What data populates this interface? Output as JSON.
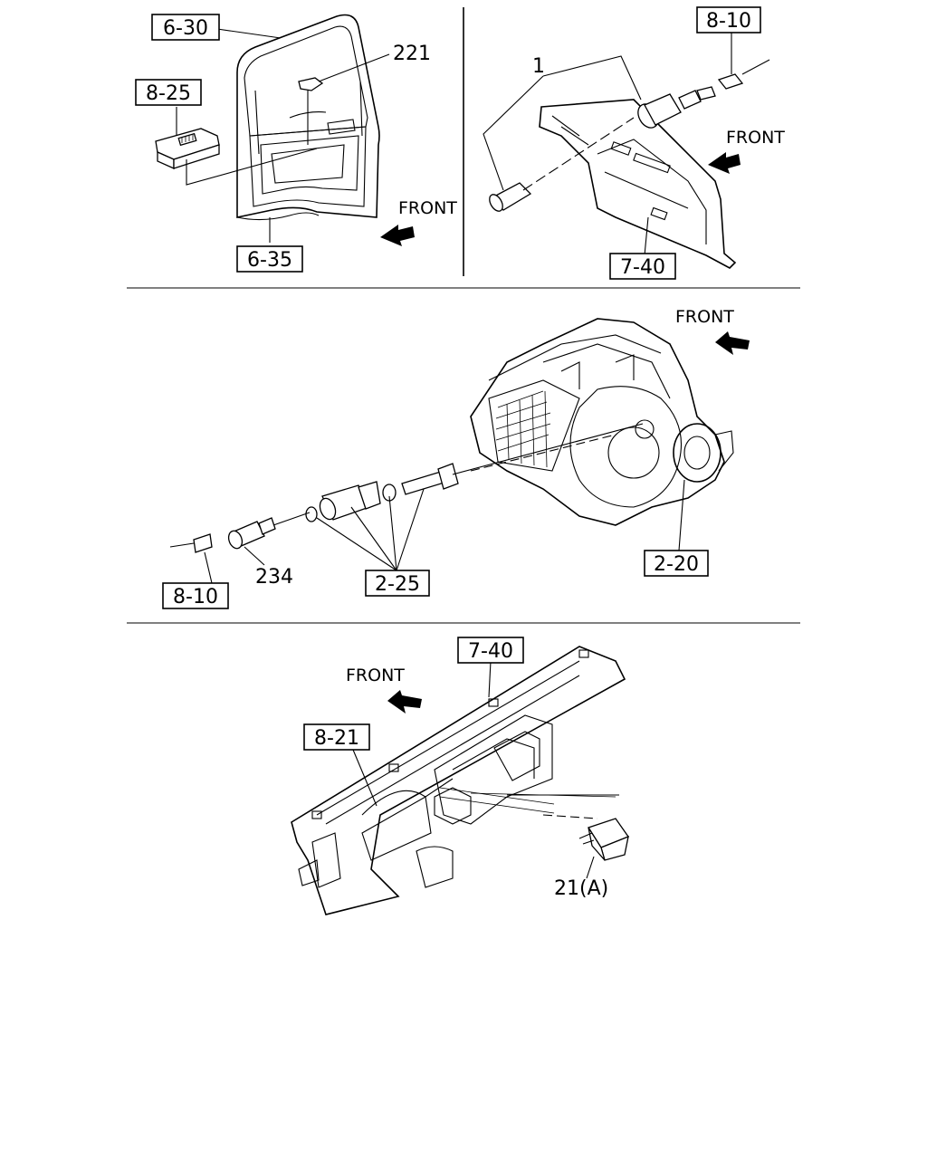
{
  "panel_top_left": {
    "ref_door": "6-30",
    "ref_switch": "8-25",
    "ref_lower_panel": "6-35",
    "part_switch": "221",
    "front_label": "FRONT"
  },
  "panel_top_right": {
    "ref_connector": "8-10",
    "ref_trim": "7-40",
    "part_assembly": "1",
    "front_label": "FRONT"
  },
  "panel_middle": {
    "ref_connector": "8-10",
    "ref_gear_parts": "2-25",
    "ref_transmission": "2-20",
    "part_sensor": "234",
    "front_label": "FRONT"
  },
  "panel_bottom": {
    "ref_trim": "7-40",
    "ref_dash": "8-21",
    "part_relay": "21(A)",
    "front_label": "FRONT"
  }
}
